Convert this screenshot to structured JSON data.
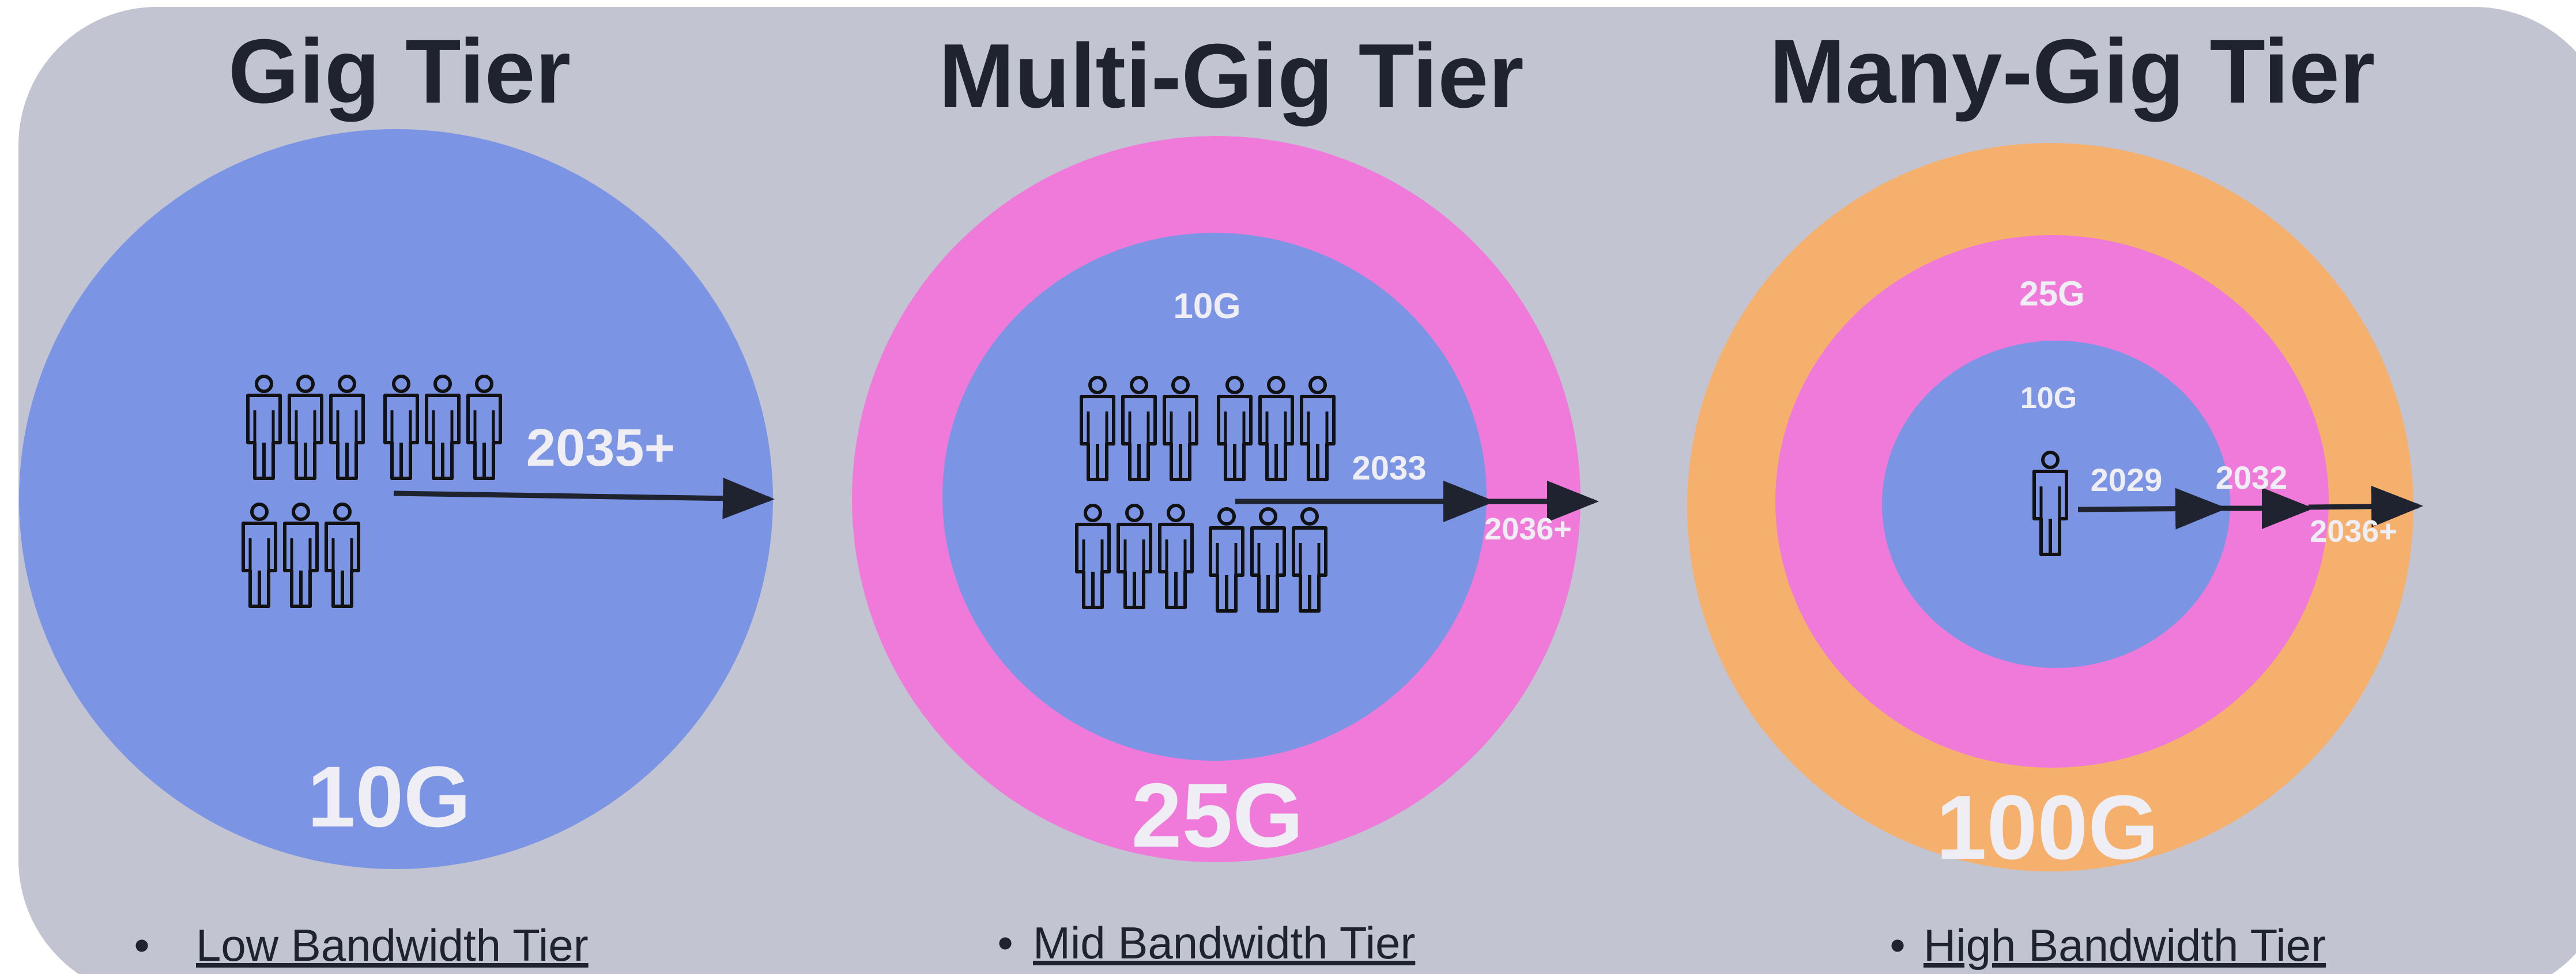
{
  "colors": {
    "background": "#c3c4d2",
    "blue_10g": "#7b95e4",
    "pink_25g": "#f07ad9",
    "orange_100g": "#f5b06e",
    "label_text": "#eeeef4",
    "dark_text": "#1f2330"
  },
  "icons": [
    "people-group-icon",
    "person-icon",
    "arrow-right-icon"
  ],
  "tiers": [
    {
      "title": "Gig Tier",
      "speed_label": "10G",
      "arrow_labels": [
        "2035+"
      ],
      "bullet": "•",
      "bandwidth_label": "Low Bandwidth Tier"
    },
    {
      "title": "Multi-Gig Tier",
      "speed_label": "25G",
      "inner_ring_label": "10G",
      "arrow_labels": [
        "2033",
        "2036+"
      ],
      "bullet": "•",
      "bandwidth_label": "Mid Bandwidth Tier"
    },
    {
      "title": "Many-Gig Tier",
      "speed_label": "100G",
      "middle_ring_label": "25G",
      "inner_ring_label": "10G",
      "arrow_labels": [
        "2029",
        "2032",
        "2036+"
      ],
      "bullet": "•",
      "bandwidth_label": "High Bandwidth Tier"
    }
  ]
}
